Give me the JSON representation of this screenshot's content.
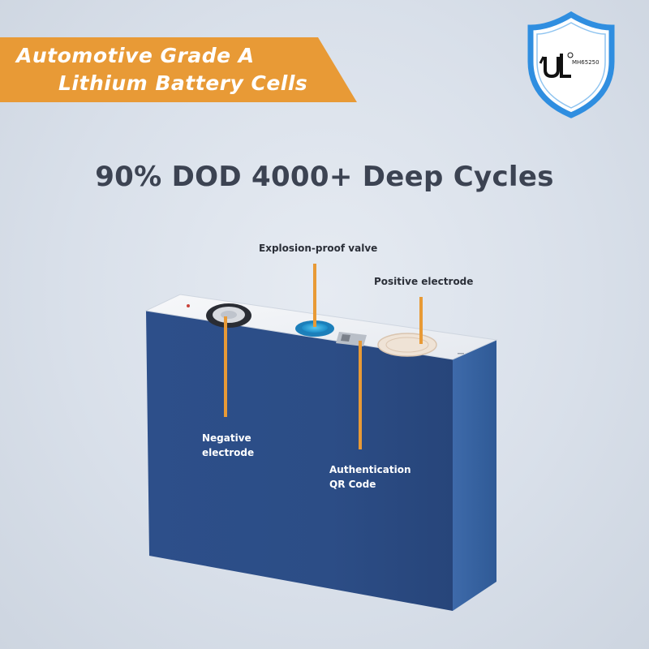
{
  "banner": {
    "line1": "Automotive Grade A",
    "line2": "Lithium Battery Cells",
    "color": "#e89a36"
  },
  "certification": {
    "mark": "UL recognized component mark",
    "code": "MH65250",
    "icon": "shield-icon",
    "shield_color": "#2f8ee0"
  },
  "headline": "90% DOD 4000+ Deep Cycles",
  "callouts": {
    "explosion_valve": "Explosion-proof valve",
    "positive_electrode": "Positive electrode",
    "negative_electrode_line1": "Negative",
    "negative_electrode_line2": "electrode",
    "qr_code_line1": "Authentication",
    "qr_code_line2": "QR Code"
  },
  "colors": {
    "battery_blue": "#2f5a96",
    "leader_line": "#e89a36",
    "headline_text": "#3c4352"
  }
}
